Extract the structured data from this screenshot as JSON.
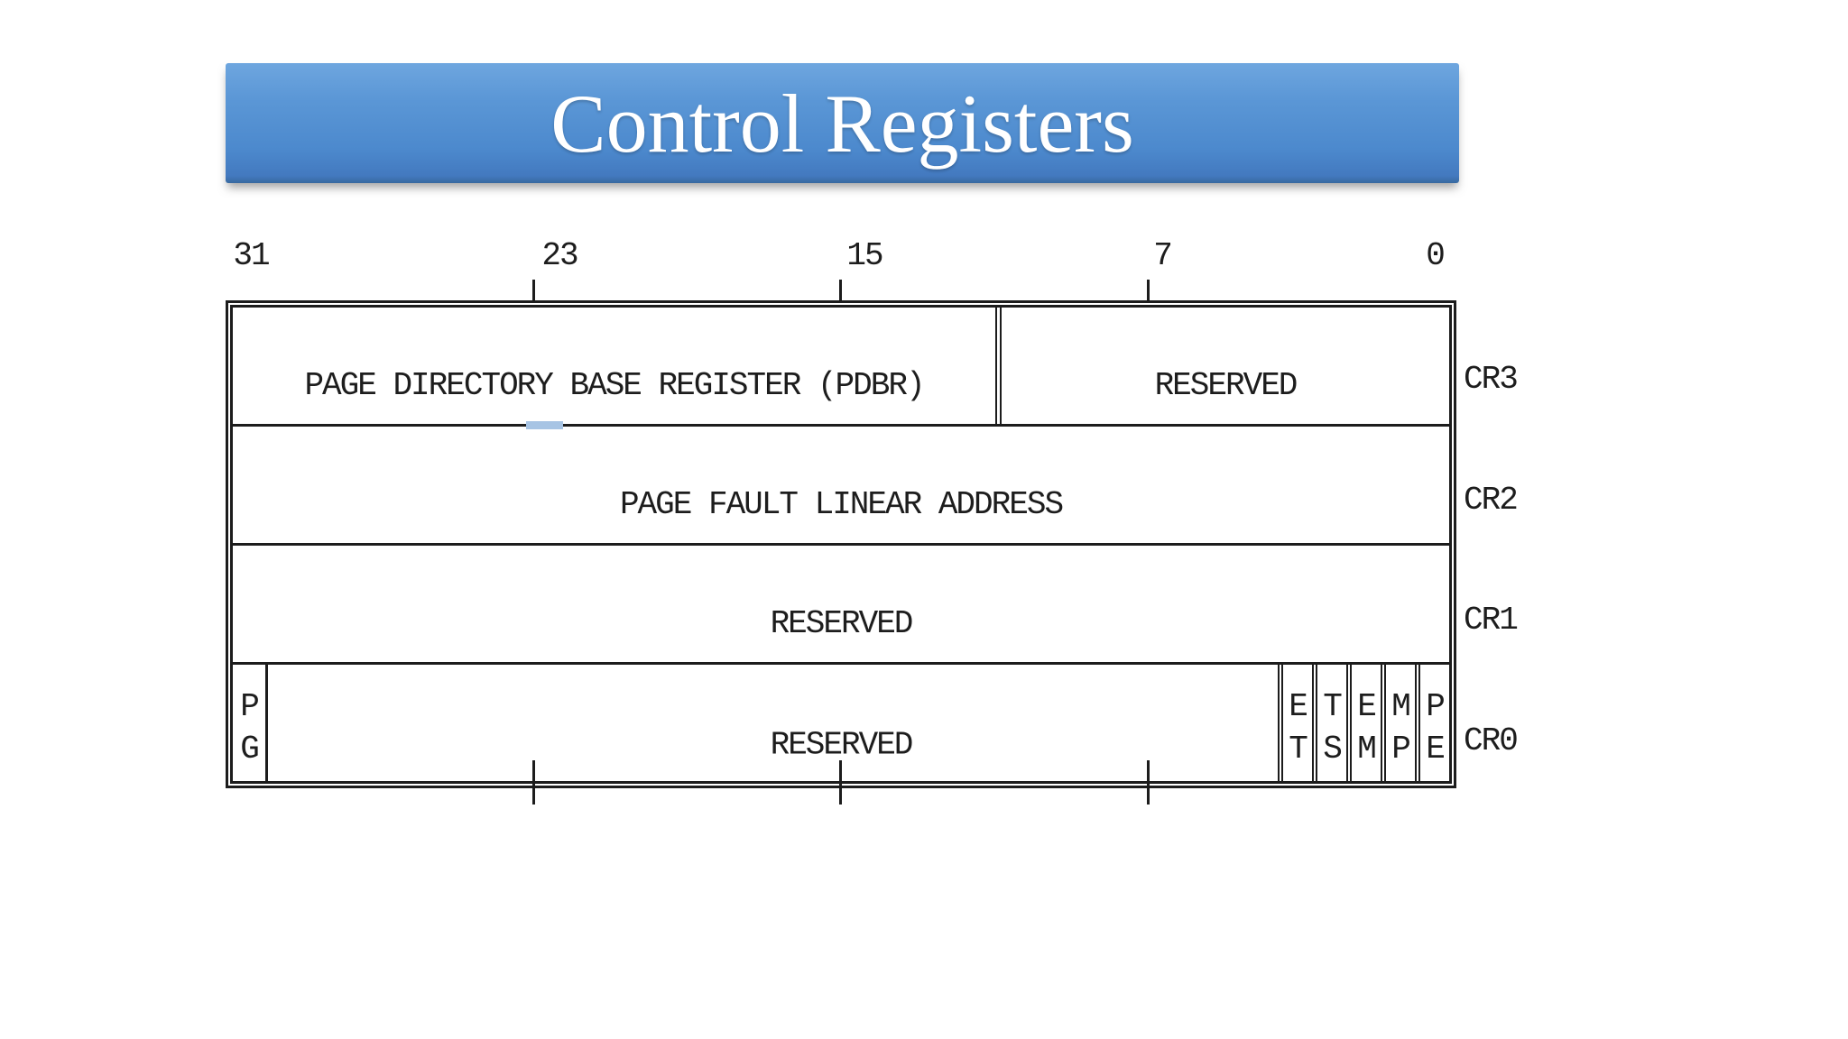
{
  "title": "Control Registers",
  "bits": [
    "31",
    "23",
    "15",
    "7",
    "0"
  ],
  "registers": {
    "cr3": {
      "name": "CR3",
      "field_pdbr": "PAGE DIRECTORY BASE REGISTER (PDBR)",
      "field_reserved": "RESERVED"
    },
    "cr2": {
      "name": "CR2",
      "field": "PAGE FAULT LINEAR ADDRESS"
    },
    "cr1": {
      "name": "CR1",
      "field": "RESERVED"
    },
    "cr0": {
      "name": "CR0",
      "pg_flag": {
        "top": "P",
        "bottom": "G"
      },
      "field_reserved": "RESERVED",
      "flags": [
        {
          "top": "E",
          "bottom": "T"
        },
        {
          "top": "T",
          "bottom": "S"
        },
        {
          "top": "E",
          "bottom": "M"
        },
        {
          "top": "M",
          "bottom": "P"
        },
        {
          "top": "P",
          "bottom": "E"
        }
      ]
    }
  },
  "colors": {
    "banner_gradient_top": "#6ea6df",
    "banner_gradient_bottom": "#38699f",
    "title_text": "#ffffff",
    "diagram_line": "#1c1c1c",
    "diagram_text": "#1d1d1d",
    "highlight_artifact": "#a7c4e4",
    "background": "#ffffff"
  }
}
